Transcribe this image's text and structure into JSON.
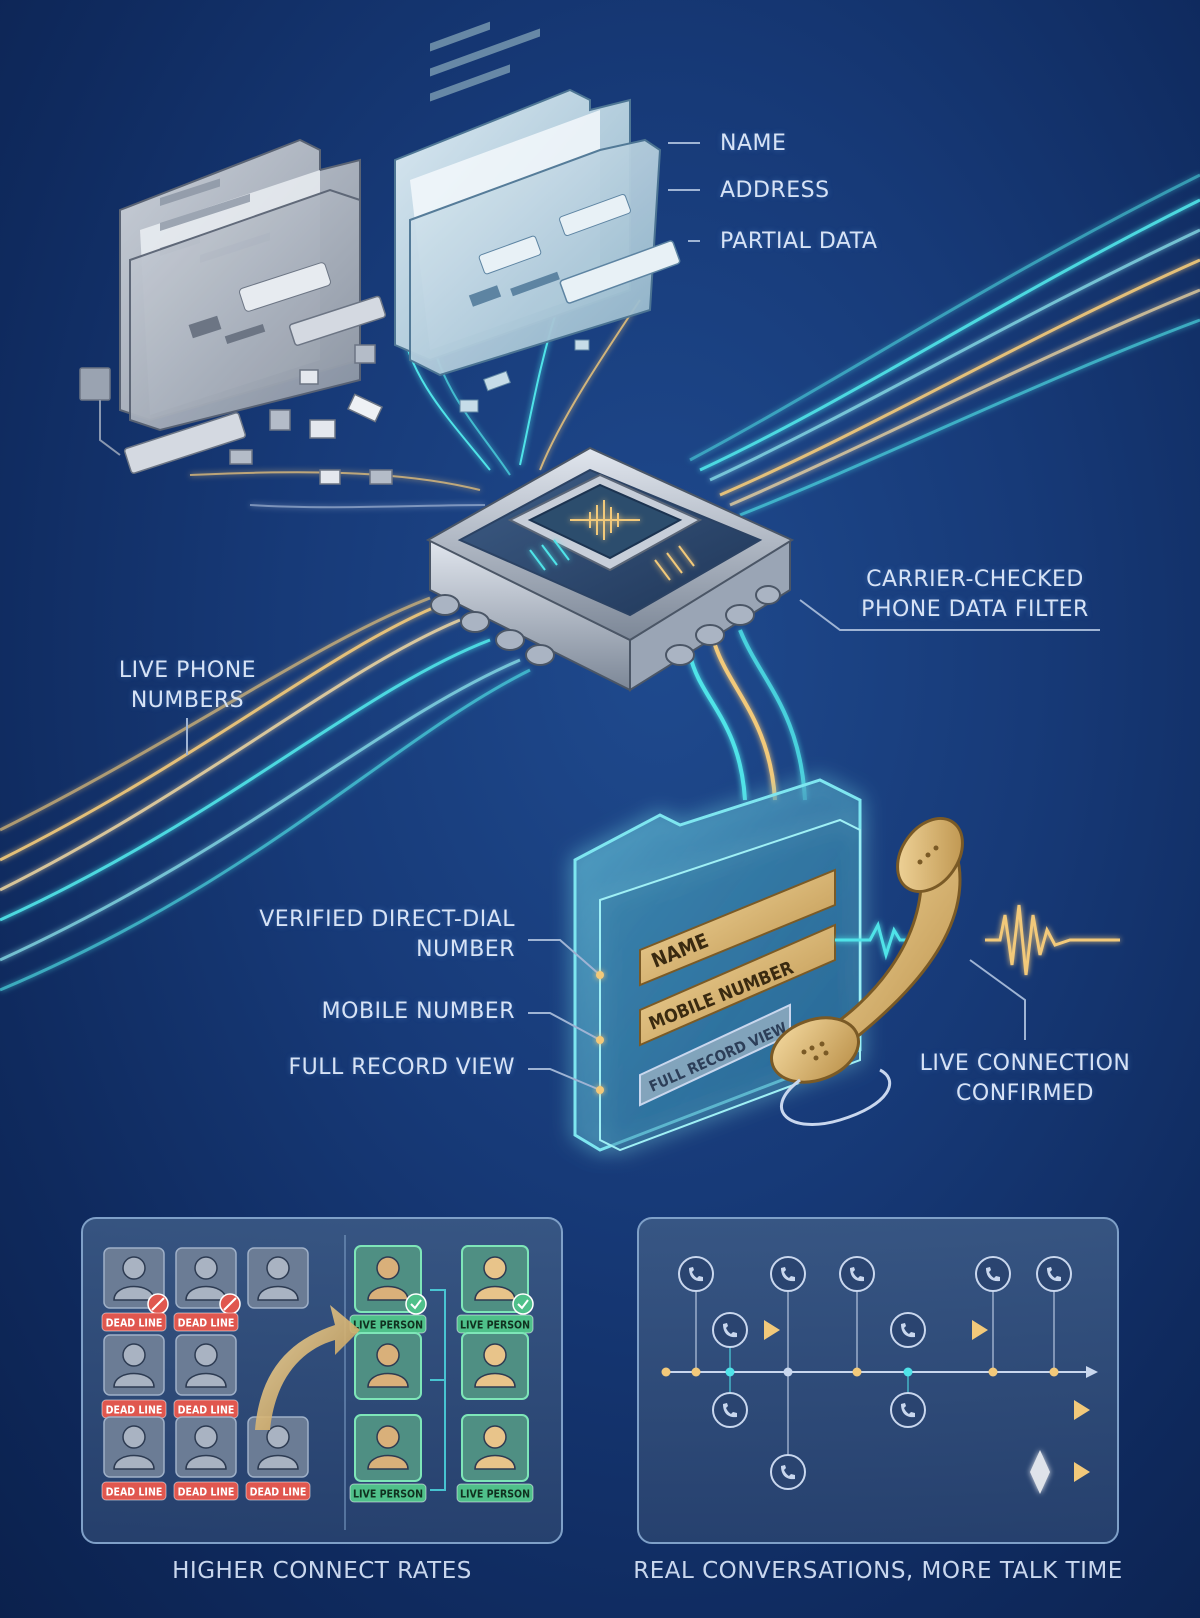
{
  "top_labels": {
    "name": "NAME",
    "address": "ADDRESS",
    "partial_data": "PARTIAL DATA"
  },
  "filter_label": {
    "line1": "CARRIER-CHECKED",
    "line2": "PHONE DATA FILTER"
  },
  "live_numbers_label": {
    "line1": "LIVE PHONE",
    "line2": "NUMBERS"
  },
  "record_labels": {
    "verified_line1": "VERIFIED DIRECT-DIAL",
    "verified_line2": "NUMBER",
    "mobile": "MOBILE NUMBER",
    "full_record": "FULL RECORD VIEW"
  },
  "record_fields": {
    "name": "NAME",
    "mobile": "MOBILE NUMBER",
    "full_record": "FULL RECORD VIEW"
  },
  "connection_label": {
    "line1": "LIVE CONNECTION",
    "line2": "CONFIRMED"
  },
  "left_panel": {
    "caption": "HIGHER CONNECT RATES",
    "dead_tag": "DEAD LINE",
    "live_tag": "LIVE PERSON"
  },
  "right_panel": {
    "caption": "REAL CONVERSATIONS, MORE TALK TIME"
  },
  "colors": {
    "background": "#173a78",
    "gold": "#f2c97a",
    "cyan": "#4fe3e8",
    "dead_red": "#e0574f",
    "live_green": "#4fc08a"
  }
}
